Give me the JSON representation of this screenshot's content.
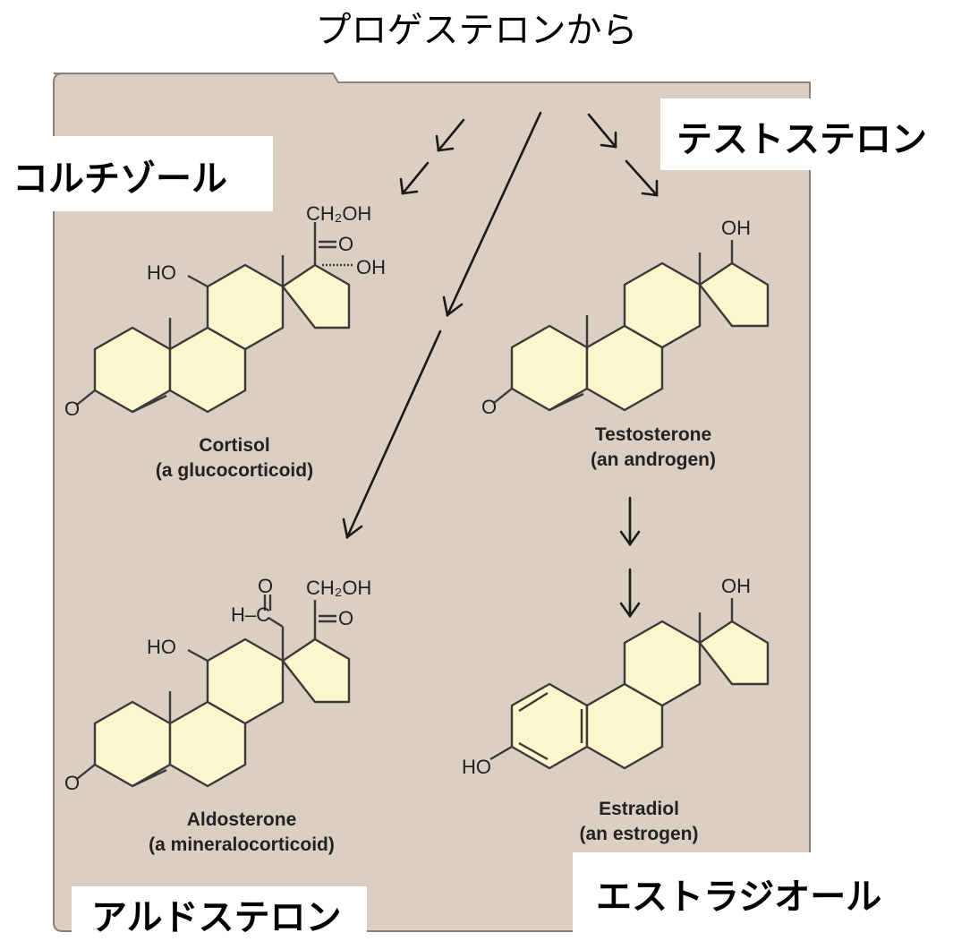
{
  "labels": {
    "title": "プロゲステロンから",
    "cortisol_jp": "コルチゾール",
    "testosterone_jp": "テストステロン",
    "aldosterone_jp": "アルドステロン",
    "estradiol_jp": "エストラジオール"
  },
  "molecules": {
    "cortisol": {
      "name": "Cortisol",
      "class": "(a glucocorticoid)",
      "groups": {
        "ch2oh": "CH₂OH",
        "keto_o": "O",
        "oh17": "OH",
        "ho11": "HO",
        "o3": "O"
      }
    },
    "testosterone": {
      "name": "Testosterone",
      "class": "(an androgen)",
      "groups": {
        "oh17": "OH",
        "o3": "O"
      }
    },
    "aldosterone": {
      "name": "Aldosterone",
      "class": "(a mineralocorticoid)",
      "groups": {
        "ald_o": "O",
        "h_c": "H–C",
        "ch2oh": "CH₂OH",
        "keto_o": "O",
        "ho11": "HO",
        "o3": "O"
      }
    },
    "estradiol": {
      "name": "Estradiol",
      "class": "(an estrogen)",
      "groups": {
        "oh17": "OH",
        "ho3": "HO"
      }
    }
  },
  "colors": {
    "panel": "#dbcfc4",
    "ring_fill": "#fbf6cc",
    "stroke": "#3a3a3a",
    "arrow": "#1a1a1a"
  }
}
